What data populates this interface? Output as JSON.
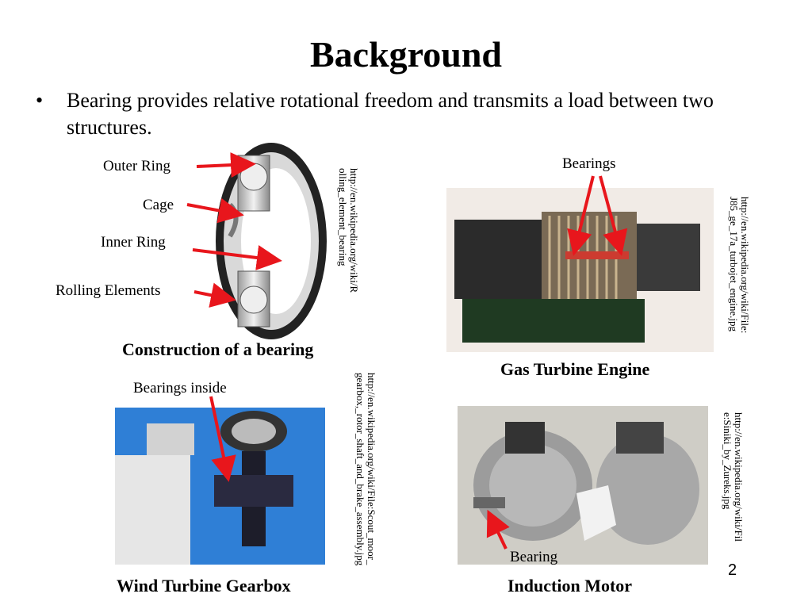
{
  "title": "Background",
  "bullet": {
    "marker": "•",
    "text": "Bearing provides relative rotational freedom and transmits a load between two structures."
  },
  "bearing_figure": {
    "labels": {
      "outer_ring": "Outer Ring",
      "cage": "Cage",
      "inner_ring": "Inner Ring",
      "rolling_elements": "Rolling Elements"
    },
    "url": "http://en.wikipedia.org/wiki/R\nolling_element_bearing",
    "caption": "Construction of a bearing"
  },
  "gas_turbine": {
    "label": "Bearings",
    "url": "http://en.wikipedia.org/wiki/File:\nJ85_ge_17a_turbojet_engine.jpg",
    "caption": "Gas Turbine Engine"
  },
  "wind_turbine": {
    "label": "Bearings inside",
    "url": "http://en.wikipedia.org/wiki/File:Scout_moor_\ngearbox,_rotor_shaft_and_brake_assembly.jpg",
    "caption": "Wind Turbine Gearbox"
  },
  "induction_motor": {
    "label": "Bearing",
    "url": "http://en.wikipedia.org/wiki/Fil\ne:Siniki_by_Zureks.jpg",
    "caption": "Induction Motor"
  },
  "slide_number": "2",
  "colors": {
    "arrow": "#e8161c",
    "sky": "#2f7fd6",
    "engine_bg": "#f1ebe6"
  }
}
